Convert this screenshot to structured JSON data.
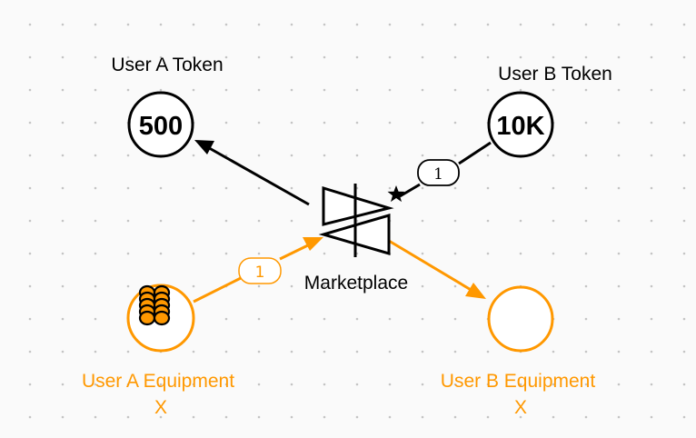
{
  "colors": {
    "background": "#fafafa",
    "grid_dot": "#c4c4c4",
    "black": "#000000",
    "orange": "#ff9800",
    "node_fill": "#ffffff"
  },
  "nodes": {
    "user_a_token": {
      "label": "User A Token",
      "value": "500"
    },
    "user_b_token": {
      "label": "User B Token",
      "value": "10K"
    },
    "marketplace": {
      "label": "Marketplace"
    },
    "user_a_equipment": {
      "label": "User A Equipment",
      "sublabel": "X",
      "resource_icon": "coin-stack-icon"
    },
    "user_b_equipment": {
      "label": "User B Equipment",
      "sublabel": "X"
    }
  },
  "edges": {
    "b_token_to_marketplace": {
      "label": "1",
      "modifier": "star-icon"
    },
    "a_equipment_to_marketplace": {
      "label": "1"
    },
    "marketplace_to_a_token": {
      "label": ""
    },
    "marketplace_to_b_equipment": {
      "label": ""
    }
  }
}
